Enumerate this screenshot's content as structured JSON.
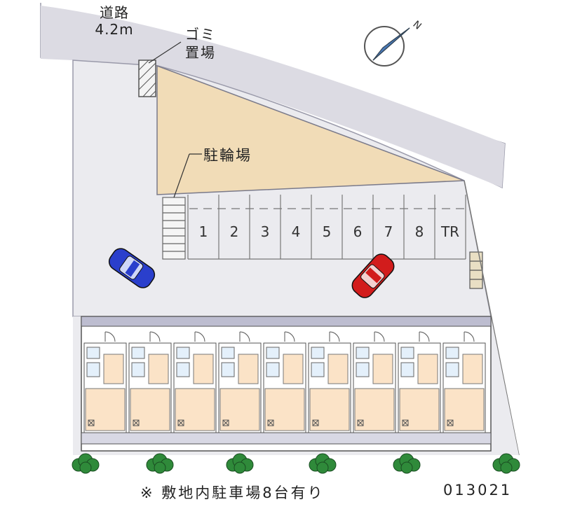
{
  "road": {
    "line1": "道路",
    "line2": "4.2m"
  },
  "garbage": {
    "line1": "ゴミ",
    "line2": "置場"
  },
  "bicycle_parking": {
    "label": "駐輪場"
  },
  "parking_spaces": [
    "1",
    "2",
    "3",
    "4",
    "5",
    "6",
    "7",
    "8",
    "TR"
  ],
  "footer": {
    "note": "※ 敷地内駐車場8台有り",
    "code": "013021"
  },
  "compass": {
    "north_label": "N"
  },
  "colors": {
    "road": "#dcdbe3",
    "lot": "#ebebef",
    "bike_area": "#f1dcb7",
    "room_floor": "#fbe3c7",
    "outline": "#6a6a8a",
    "car_blue": "#2a3fcc",
    "car_red": "#d21c1c",
    "tree": "#2f8a3a"
  },
  "icons": [
    "compass-icon",
    "tree-icon",
    "car-icon"
  ]
}
